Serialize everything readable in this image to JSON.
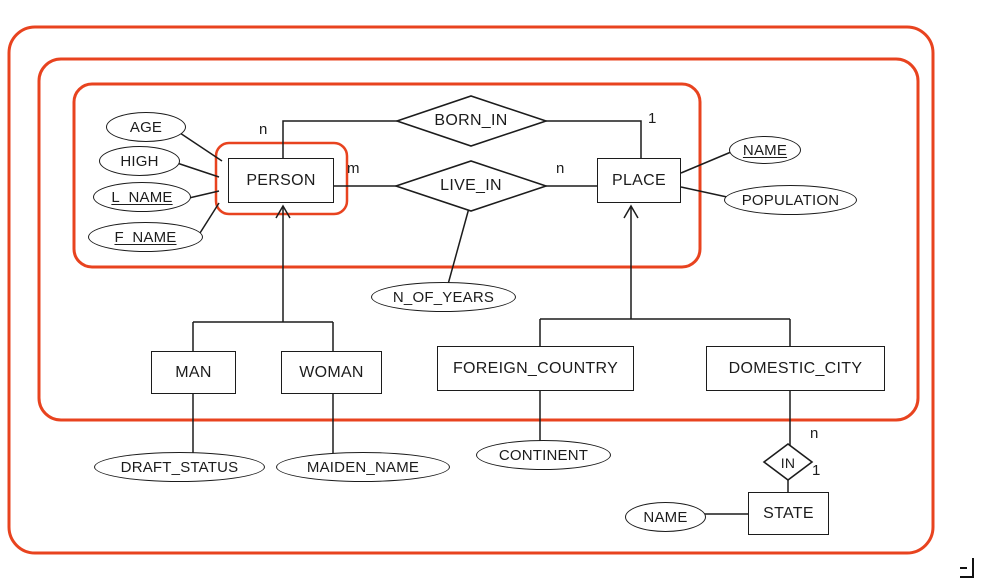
{
  "diagram": {
    "type": "entity-relationship-diagram",
    "colors": {
      "highlight": "#e8431f",
      "line": "#1c1c1c",
      "background": "#ffffff"
    },
    "entities": {
      "person": "PERSON",
      "place": "PLACE",
      "man": "MAN",
      "woman": "WOMAN",
      "foreign_country": "FOREIGN_COUNTRY",
      "domestic_city": "DOMESTIC_CITY",
      "state": "STATE"
    },
    "relationships": {
      "born_in": "BORN_IN",
      "live_in": "LIVE_IN",
      "in_rel": "IN"
    },
    "attributes": {
      "age": "AGE",
      "high": "HIGH",
      "l_name": "L_NAME",
      "f_name": "F_NAME",
      "place_name": "NAME",
      "population": "POPULATION",
      "n_of_years": "N_OF_YEARS",
      "draft_status": "DRAFT_STATUS",
      "maiden_name": "MAIDEN_NAME",
      "continent": "CONTINENT",
      "state_name": "NAME"
    },
    "cardinalities": {
      "born_in_person": "n",
      "born_in_place": "1",
      "live_in_person": "m",
      "live_in_place": "n",
      "in_city": "n",
      "in_state": "1"
    }
  }
}
